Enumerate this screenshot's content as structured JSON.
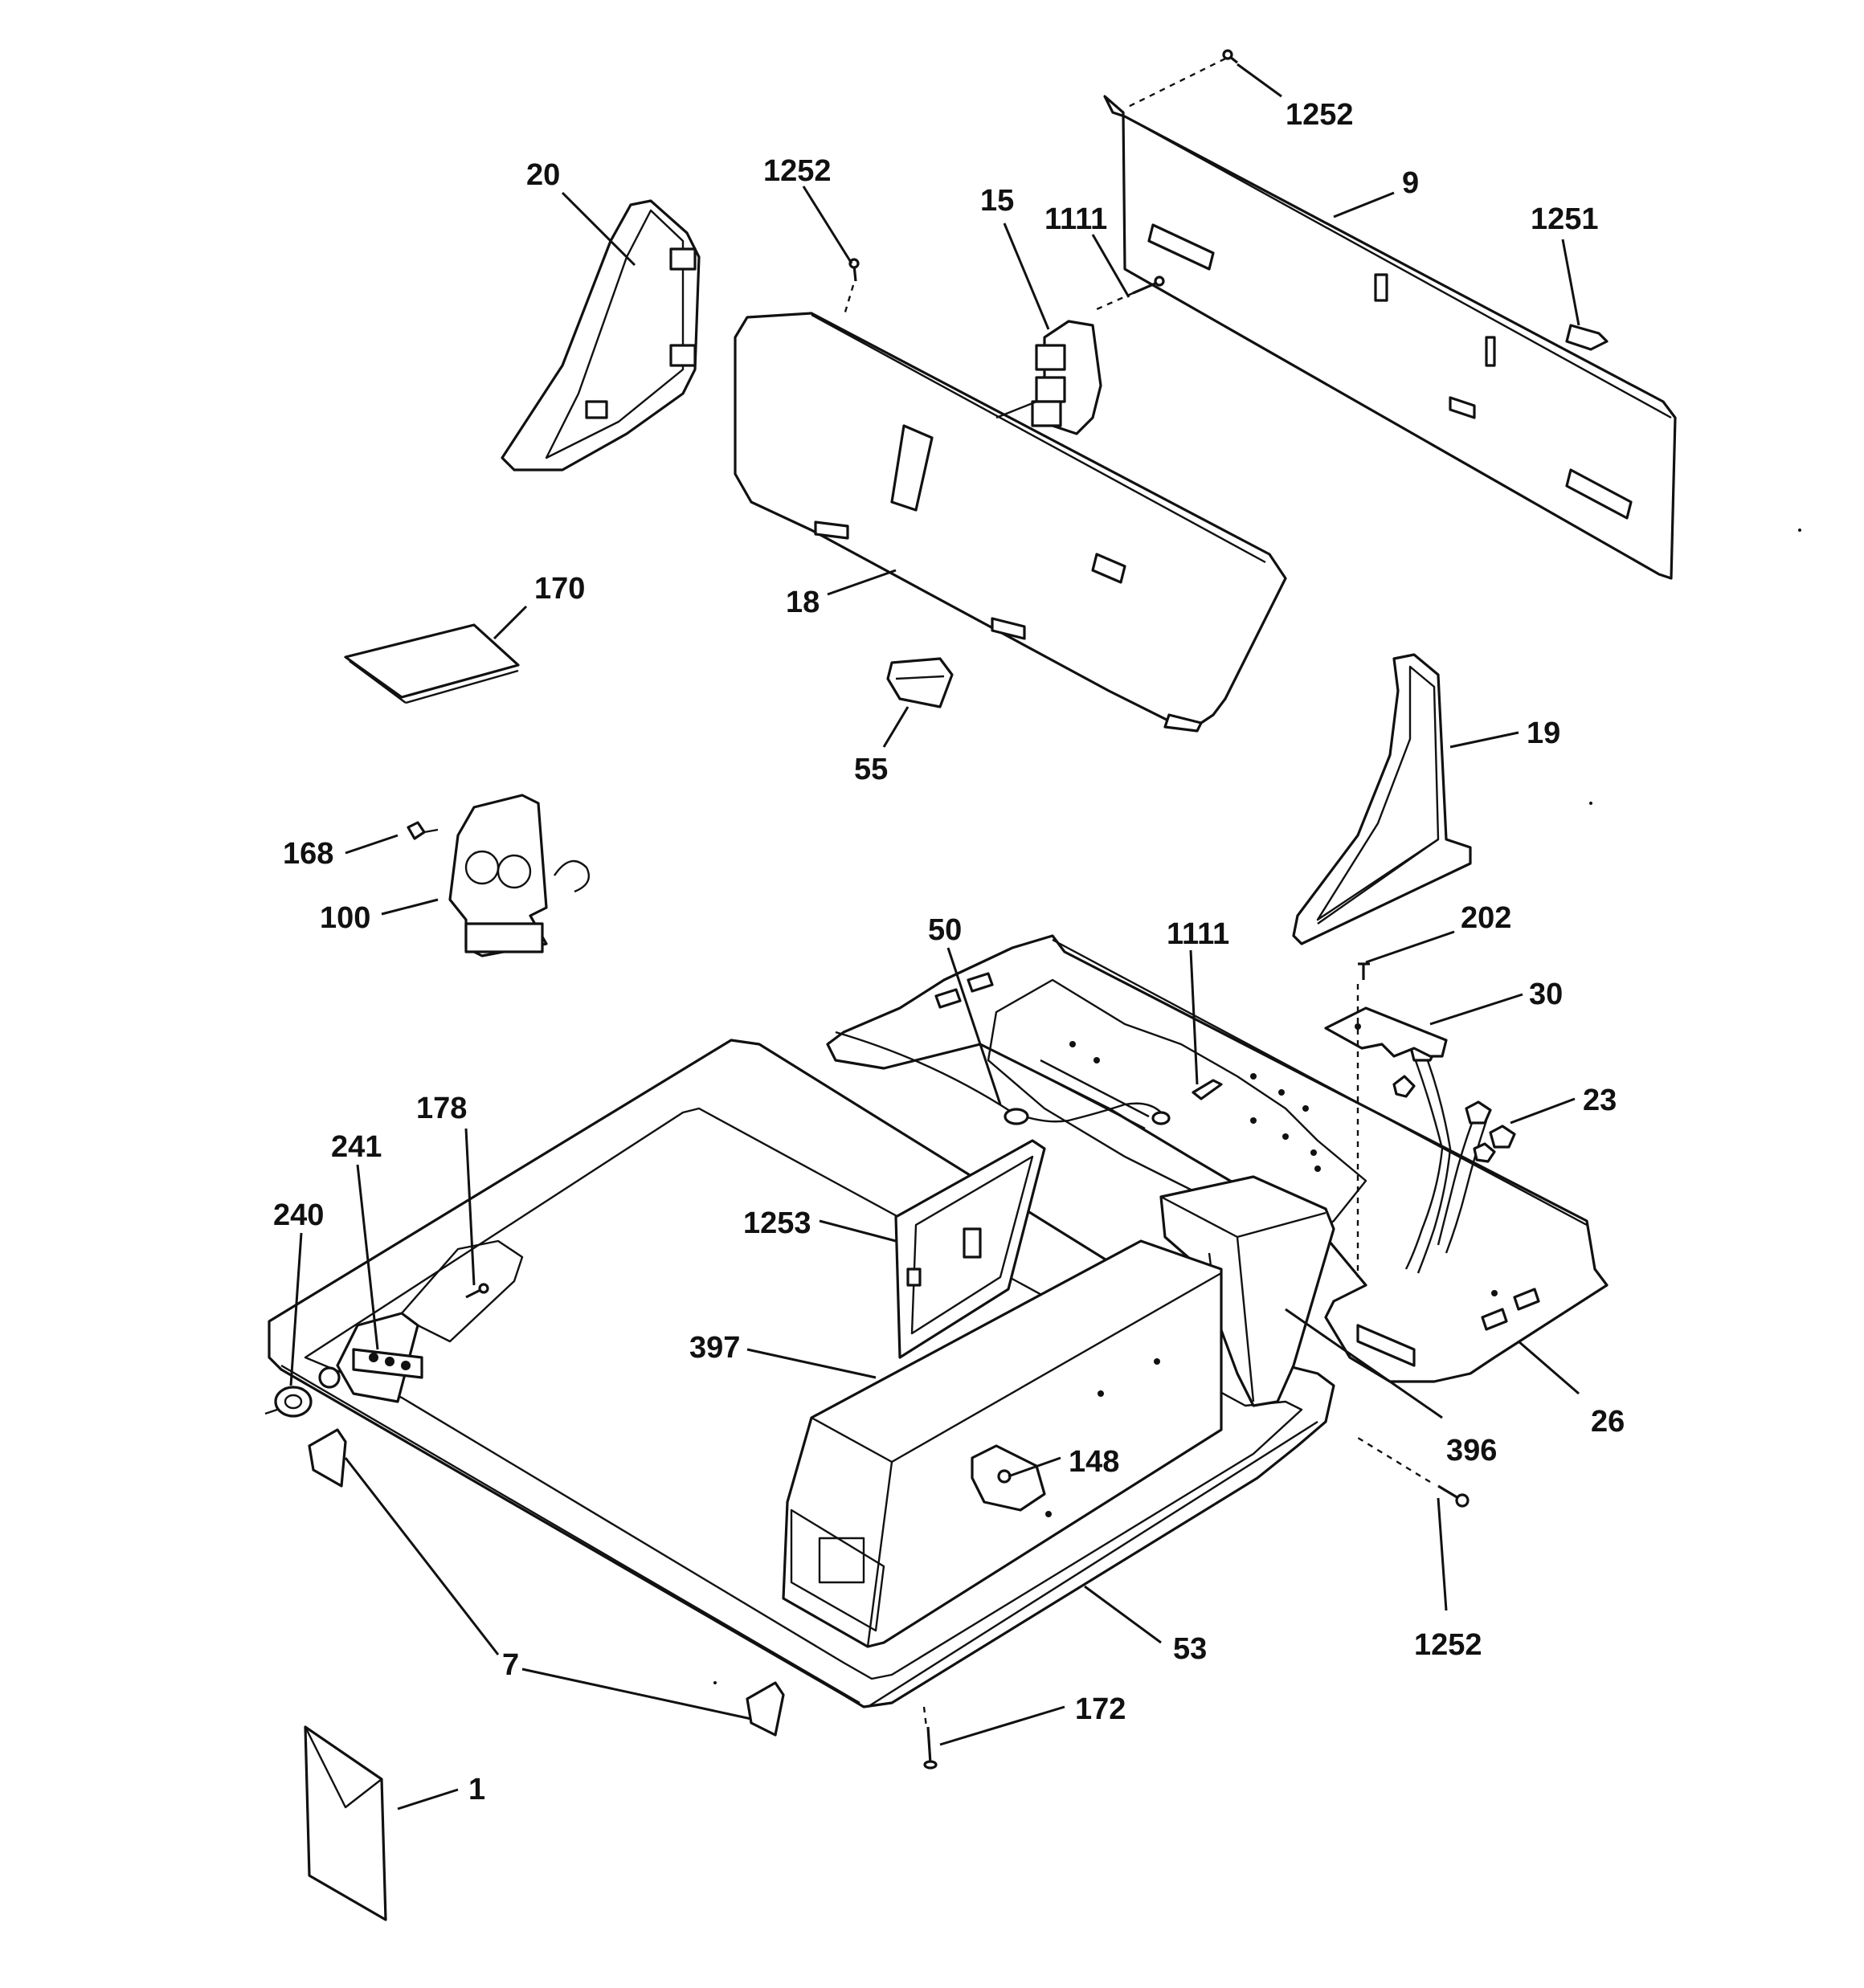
{
  "labels": [
    {
      "id": "1252-top-right",
      "text": "1252"
    },
    {
      "id": "9",
      "text": "9"
    },
    {
      "id": "1251",
      "text": "1251"
    },
    {
      "id": "20",
      "text": "20"
    },
    {
      "id": "1252-top-left",
      "text": "1252"
    },
    {
      "id": "15",
      "text": "15"
    },
    {
      "id": "1111-upper",
      "text": "1111"
    },
    {
      "id": "170",
      "text": "170"
    },
    {
      "id": "18",
      "text": "18"
    },
    {
      "id": "55",
      "text": "55"
    },
    {
      "id": "19",
      "text": "19"
    },
    {
      "id": "168",
      "text": "168"
    },
    {
      "id": "100",
      "text": "100"
    },
    {
      "id": "50",
      "text": "50"
    },
    {
      "id": "1111-lower",
      "text": "1111"
    },
    {
      "id": "202",
      "text": "202"
    },
    {
      "id": "30",
      "text": "30"
    },
    {
      "id": "23",
      "text": "23"
    },
    {
      "id": "178",
      "text": "178"
    },
    {
      "id": "241",
      "text": "241"
    },
    {
      "id": "240",
      "text": "240"
    },
    {
      "id": "1253",
      "text": "1253"
    },
    {
      "id": "397",
      "text": "397"
    },
    {
      "id": "396",
      "text": "396"
    },
    {
      "id": "26",
      "text": "26"
    },
    {
      "id": "148",
      "text": "148"
    },
    {
      "id": "7",
      "text": "7"
    },
    {
      "id": "53",
      "text": "53"
    },
    {
      "id": "1252-bottom",
      "text": "1252"
    },
    {
      "id": "172",
      "text": "172"
    },
    {
      "id": "1",
      "text": "1"
    }
  ]
}
